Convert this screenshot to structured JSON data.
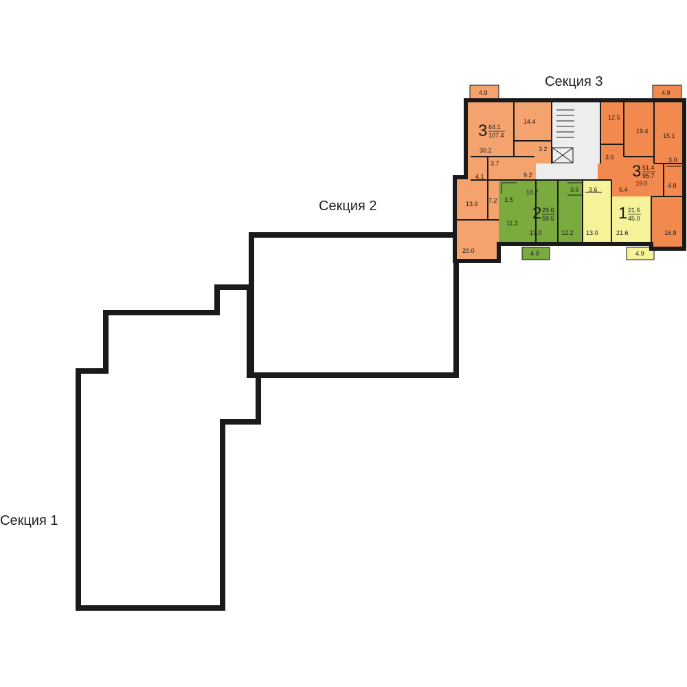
{
  "sections": {
    "s1": "Секция 1",
    "s2": "Секция 2",
    "s3": "Секция 3"
  },
  "colors": {
    "apt3_left": "#F4A36E",
    "apt3_right": "#F28A4F",
    "apt2": "#7BAA3E",
    "apt1": "#F6F39A",
    "core": "#EDEDED",
    "wall": "#1A1A1A"
  },
  "apartments": {
    "a3_left": {
      "rooms": "3",
      "living": "64.1",
      "total": "107.4"
    },
    "a3_right": {
      "rooms": "3",
      "living": "51.4",
      "total": "95.7"
    },
    "a2": {
      "rooms": "2",
      "living": "29.6",
      "total": "59.5"
    },
    "a1": {
      "rooms": "1",
      "living": "21.6",
      "total": "45.0"
    }
  },
  "areas": {
    "balc_tl": "4.9",
    "balc_tr": "4.9",
    "balc_bl": "4.9",
    "balc_br": "4.9",
    "l_14_4": "14.4",
    "l_30_2": "30.2",
    "l_3_2": "3.2",
    "l_3_7": "3.7",
    "l_9_2": "9.2",
    "l_4_1": "4.1",
    "l_13_9": "13.9",
    "l_7_2": "7.2",
    "l_20_0": "20.0",
    "g_10_7": "10.7",
    "g_3_5a": "3.5",
    "g_3_5b": "3.5",
    "g_11_2": "11.2",
    "g_17_0": "17.0",
    "g_12_2": "12.2",
    "y_3_6": "3.6",
    "y_5_4": "5.4",
    "y_13_0": "13.0",
    "y_21_6": "21.6",
    "r_12_5": "12.5",
    "r_19_4": "19.4",
    "r_15_1": "15.1",
    "r_3_6": "3.6",
    "r_3_0": "3.0",
    "r_19_0": "19.0",
    "r_4_8": "4.8",
    "r_16_9": "16.9"
  }
}
